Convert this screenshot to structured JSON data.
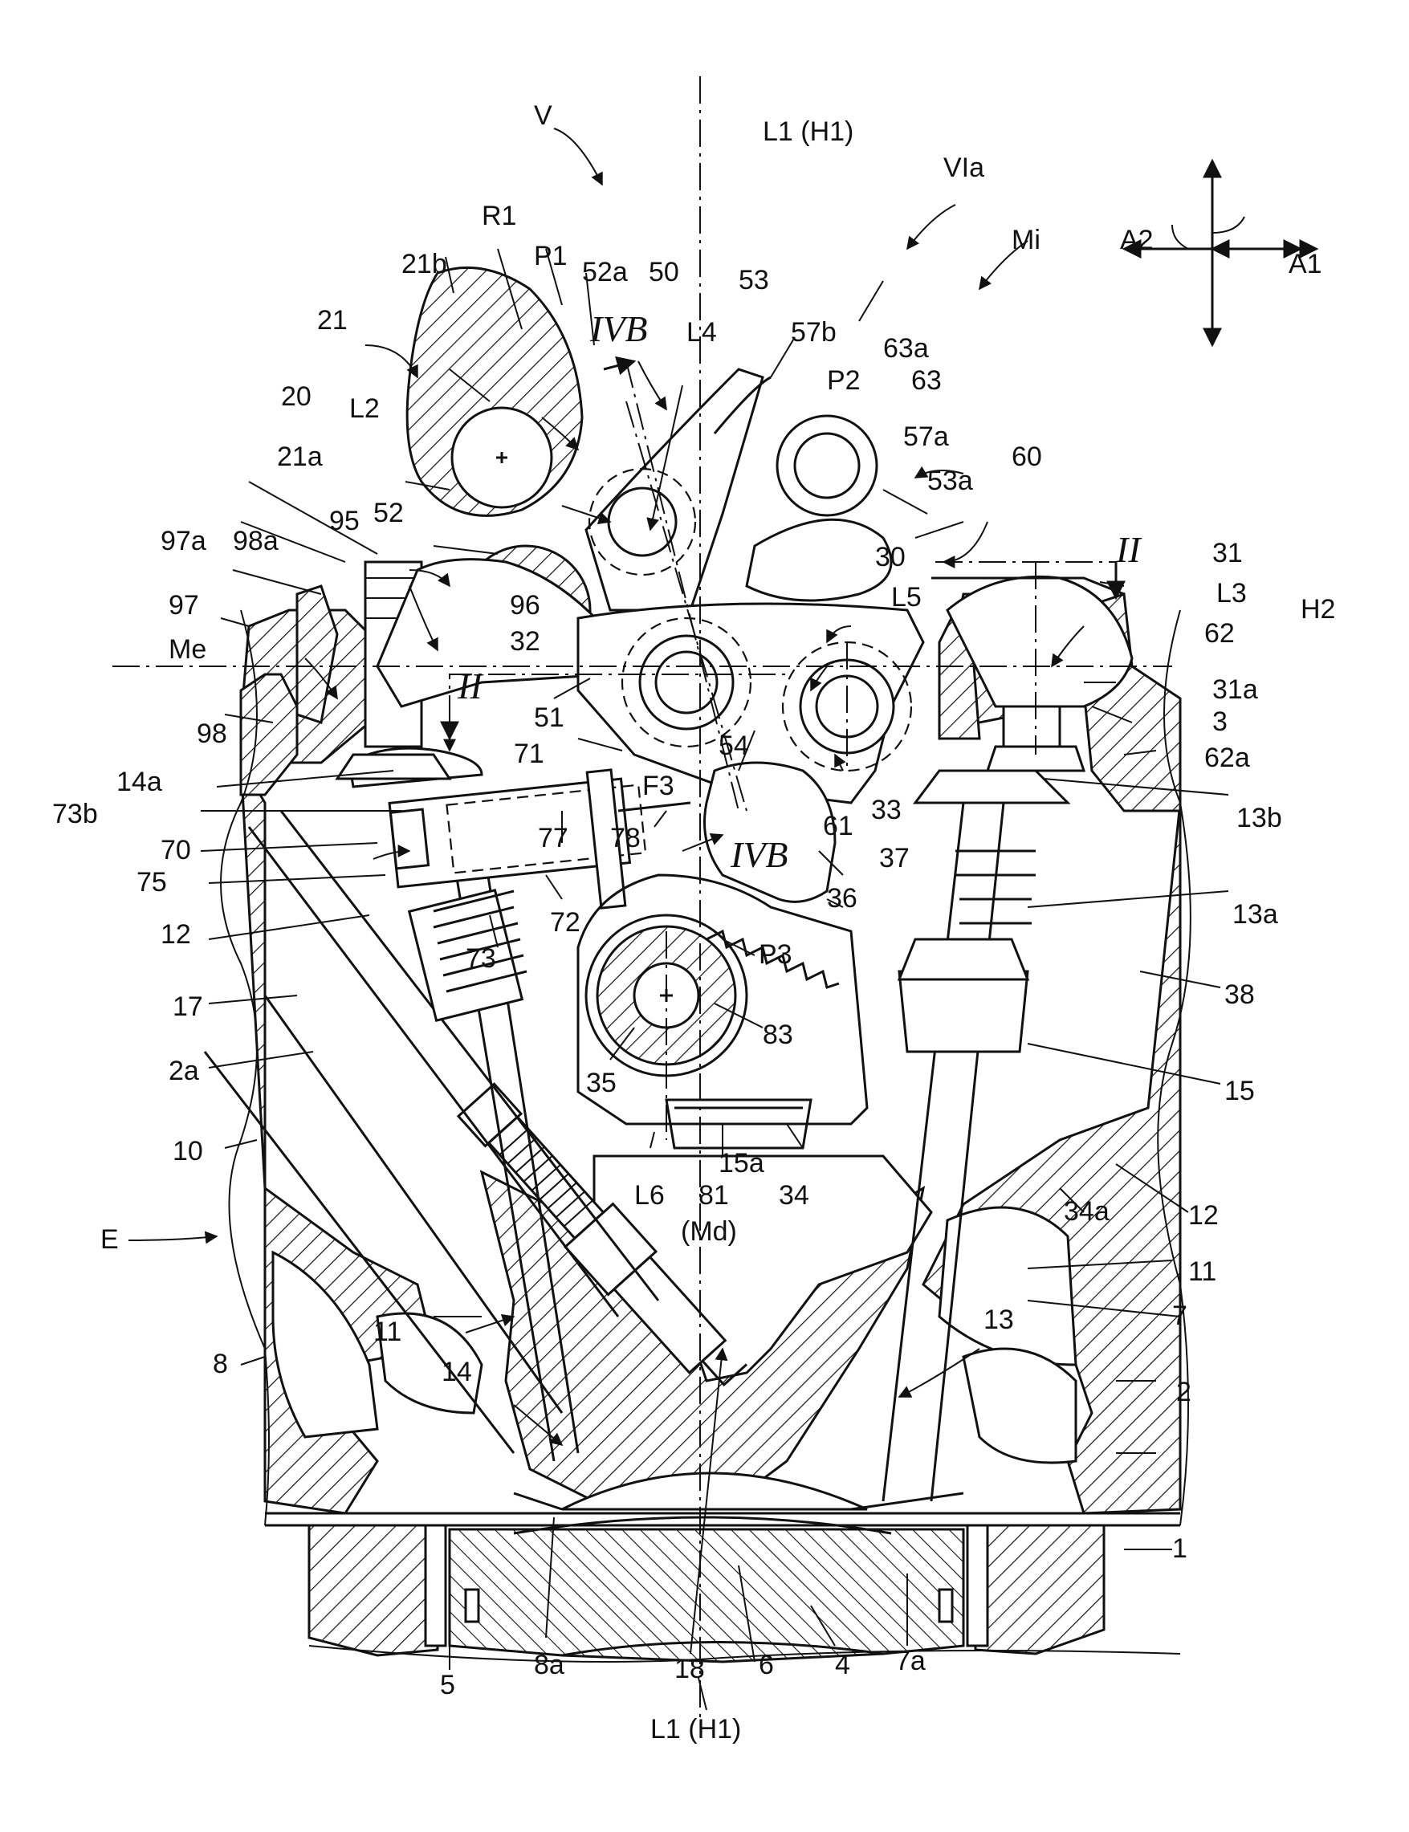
{
  "labels": {
    "V": "V",
    "L1_top": "L1 (H1)",
    "VIa": "VIa",
    "Mi": "Mi",
    "A2": "A2",
    "A1": "A1",
    "R1": "R1",
    "P1": "P1",
    "l52a": "52a",
    "l50": "50",
    "l53": "53",
    "l21b": "21b",
    "l21": "21",
    "IVB_top": "IVB",
    "L4": "L4",
    "l57b": "57b",
    "l63a": "63a",
    "P2": "P2",
    "l63": "63",
    "l20": "20",
    "L2": "L2",
    "l57a": "57a",
    "l21a": "21a",
    "l53a": "53a",
    "l60": "60",
    "l52": "52",
    "l95": "95",
    "l97a": "97a",
    "l98a": "98a",
    "l30": "30",
    "II_right": "II",
    "l31": "31",
    "l96": "96",
    "L5": "L5",
    "L3": "L3",
    "H2": "H2",
    "l97": "97",
    "l32": "32",
    "l62": "62",
    "Me": "Me",
    "l31a": "31a",
    "II_left": "II",
    "l3": "3",
    "l98": "98",
    "l51": "51",
    "l71": "71",
    "l54": "54",
    "l62a": "62a",
    "l14a": "14a",
    "F3": "F3",
    "l73b": "73b",
    "l77": "77",
    "l78": "78",
    "l61": "61",
    "l33": "33",
    "l13b": "13b",
    "l70": "70",
    "IVB_bottom": "IVB",
    "l37": "37",
    "l75": "75",
    "l36": "36",
    "l12_left": "12",
    "l73": "73",
    "l72": "72",
    "P3": "P3",
    "l13a": "13a",
    "l17": "17",
    "l83": "83",
    "l38": "38",
    "l2a": "2a",
    "l35": "35",
    "l15": "15",
    "l10": "10",
    "l15a": "15a",
    "l34a": "34a",
    "L6": "L6",
    "l81": "81",
    "l34": "34",
    "l12_right": "12",
    "Md": "(Md)",
    "l11_right": "11",
    "E": "E",
    "l13": "13",
    "l7": "7",
    "l8": "8",
    "l11_left": "11",
    "l14": "14",
    "l2": "2",
    "l1": "1",
    "l5": "5",
    "l8a": "8a",
    "l18": "18",
    "l6": "6",
    "l4": "4",
    "l7a": "7a",
    "L1_bottom": "L1 (H1)"
  }
}
